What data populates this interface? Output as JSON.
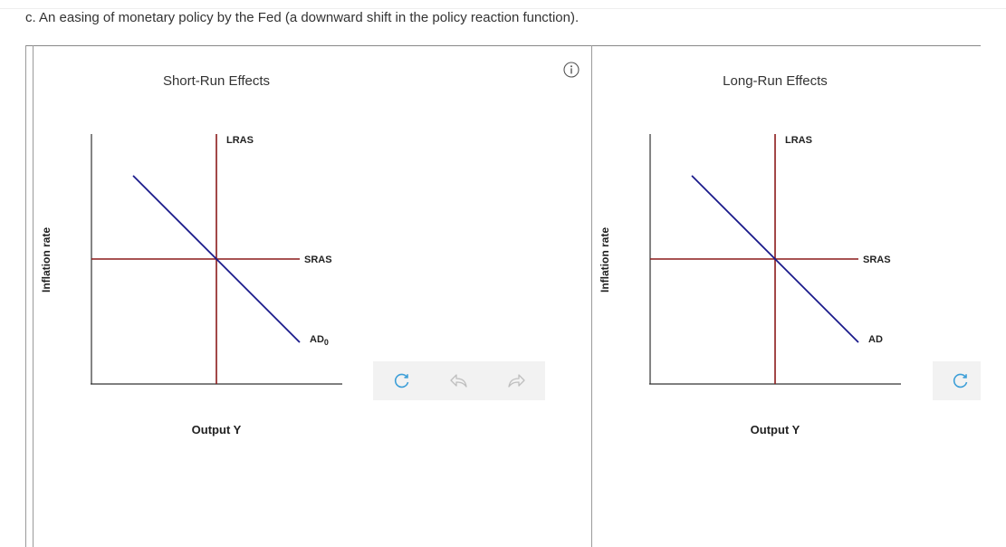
{
  "question": "c. An easing of monetary policy by the Fed (a downward shift in the policy reaction function).",
  "colors": {
    "lras": "#8b1a1a",
    "sras": "#8b1a1a",
    "ad": "#1a1a8b",
    "axis": "#333333",
    "tool_active": "#3d9fd8",
    "tool_inactive": "#bfbfbf"
  },
  "icons": {
    "info": "info-icon",
    "reset": "reset-icon",
    "undo": "undo-icon",
    "redo": "redo-icon"
  },
  "panels": [
    {
      "title": "Short-Run Effects",
      "ylabel": "Inflation rate",
      "xlabel": "Output Y",
      "lras_label": "LRAS",
      "sras_label": "SRAS",
      "ad_label": "AD",
      "ad_subscript": "0"
    },
    {
      "title": "Long-Run Effects",
      "ylabel": "Inflation rate",
      "xlabel": "Output Y",
      "lras_label": "LRAS",
      "sras_label": "SRAS",
      "ad_label": "AD",
      "ad_subscript": ""
    }
  ]
}
